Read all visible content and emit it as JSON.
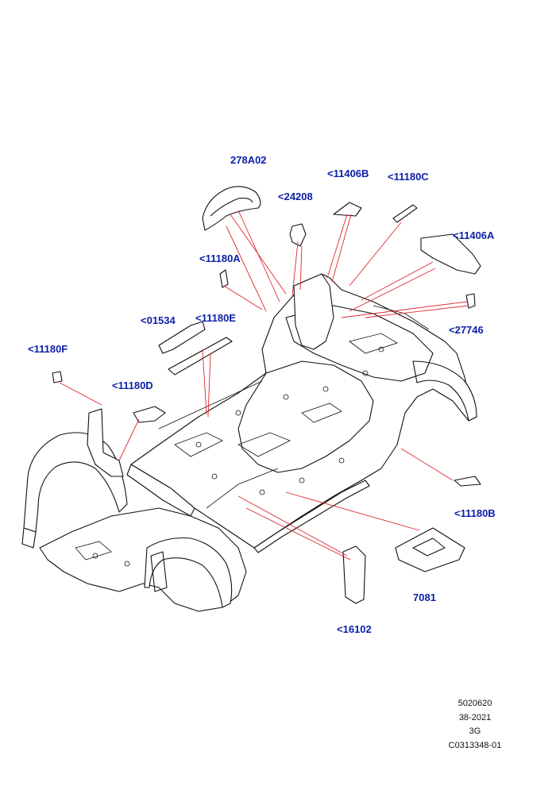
{
  "callouts": {
    "c278A02": "278A02",
    "c24208": "<24208",
    "c11406B": "<11406B",
    "c11180C": "<11180C",
    "c11406A": "<11406A",
    "c11180A": "<11180A",
    "c01534": "<01534",
    "c11180E": "<11180E",
    "c27746": "<27746",
    "c11180F": "<11180F",
    "c11180D": "<11180D",
    "c11180B": "<11180B",
    "c7081": "7081",
    "c16102": "<16102"
  },
  "footer": {
    "line1": "5020620",
    "line2": "38-2021",
    "line3": "3G",
    "line4": "C0313348-01"
  },
  "colors": {
    "callout_text": "#0b1ea8",
    "leader_line": "#e0282e",
    "drawing_line": "#111111"
  }
}
